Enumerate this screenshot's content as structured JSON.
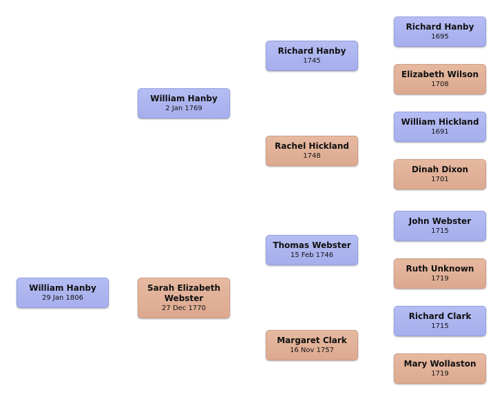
{
  "colors": {
    "male": "#a9b1ee",
    "female": "#dfad94",
    "background": "#ffffff"
  },
  "people": {
    "g0": [
      {
        "name": "William Hanby",
        "date": "29 Jan 1806",
        "sex": "male"
      }
    ],
    "g1": [
      {
        "name": "William Hanby",
        "date": "2 Jan 1769",
        "sex": "male"
      },
      {
        "name": "Sarah Elizabeth Webster",
        "date": "27 Dec 1770",
        "sex": "female"
      }
    ],
    "g2": [
      {
        "name": "Richard Hanby",
        "date": "1745",
        "sex": "male"
      },
      {
        "name": "Rachel Hickland",
        "date": "1748",
        "sex": "female"
      },
      {
        "name": "Thomas Webster",
        "date": "15 Feb 1746",
        "sex": "male"
      },
      {
        "name": "Margaret Clark",
        "date": "16 Nov 1757",
        "sex": "female"
      }
    ],
    "g3": [
      {
        "name": "Richard Hanby",
        "date": "1695",
        "sex": "male"
      },
      {
        "name": "Elizabeth Wilson",
        "date": "1708",
        "sex": "female"
      },
      {
        "name": "William Hickland",
        "date": "1691",
        "sex": "male"
      },
      {
        "name": "Dinah Dixon",
        "date": "1701",
        "sex": "female"
      },
      {
        "name": "John Webster",
        "date": "1715",
        "sex": "male"
      },
      {
        "name": "Ruth Unknown",
        "date": "1719",
        "sex": "female"
      },
      {
        "name": "Richard Clark",
        "date": "1715",
        "sex": "male"
      },
      {
        "name": "Mary Wollaston",
        "date": "1719",
        "sex": "female"
      }
    ]
  }
}
